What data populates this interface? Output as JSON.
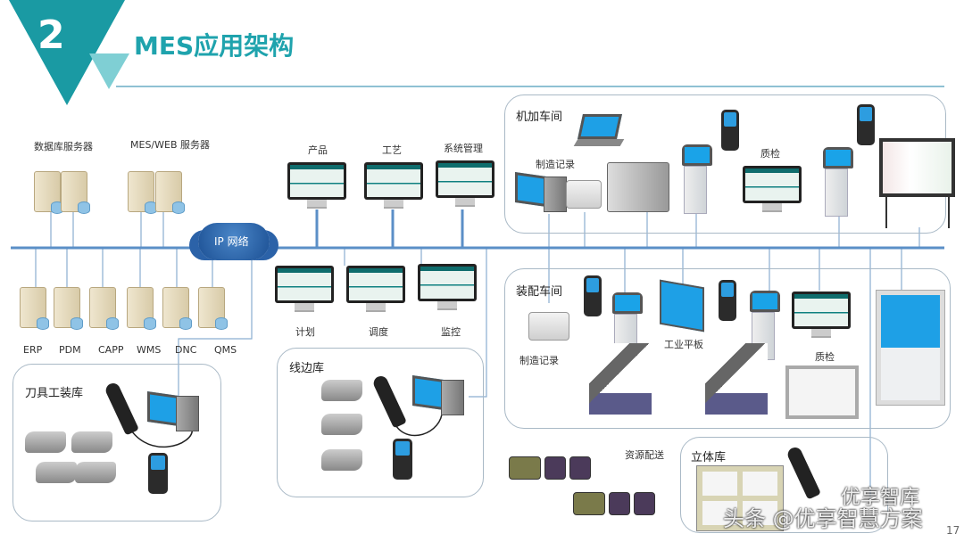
{
  "header": {
    "number": "2",
    "title": "MES应用架构",
    "accent": "#1a9aa3",
    "title_color": "#1fa3ad"
  },
  "network": {
    "label": "IP 网络",
    "bus_color": "#5b8fc7"
  },
  "servers": {
    "db_label": "数据库服务器",
    "web_label": "MES/WEB 服务器",
    "systems": [
      "ERP",
      "PDM",
      "CAPP",
      "WMS",
      "DNC",
      "QMS"
    ]
  },
  "clients": {
    "top": [
      "产品",
      "工艺",
      "系统管理"
    ],
    "bottom": [
      "计划",
      "调度",
      "监控"
    ]
  },
  "machining": {
    "title": "机加车间",
    "record": "制造记录",
    "qc": "质检"
  },
  "assembly": {
    "title": "装配车间",
    "record": "制造记录",
    "tablet": "工业平板",
    "qc": "质检"
  },
  "tooling": {
    "title": "刀具工装库"
  },
  "lineside": {
    "title": "线边库"
  },
  "delivery": {
    "label": "资源配送"
  },
  "warehouse": {
    "title": "立体库"
  },
  "watermark": {
    "line1": "优享智库",
    "line2": "头条 @优享智慧方案"
  },
  "page_number": "17"
}
